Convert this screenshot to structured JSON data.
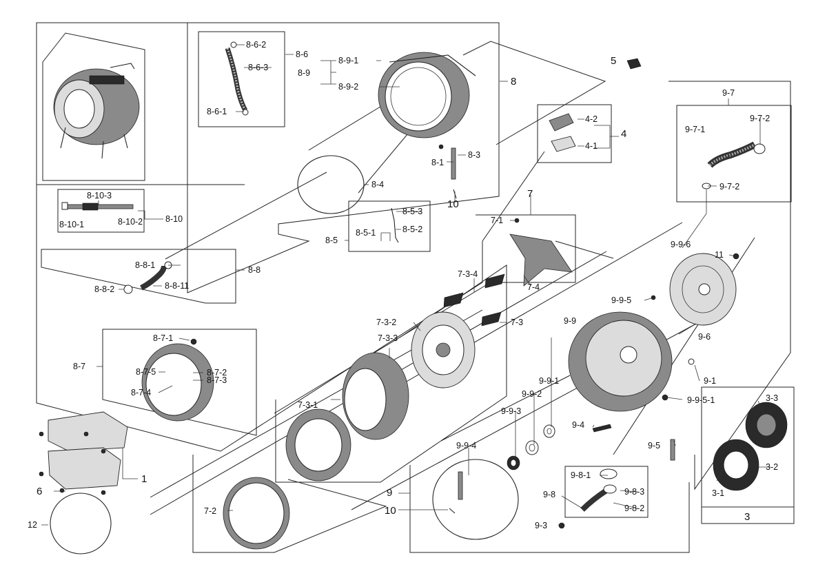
{
  "labels": {
    "l_1": "1",
    "l_3": "3",
    "l_3_1": "3-1",
    "l_3_2": "3-2",
    "l_3_3": "3-3",
    "l_4": "4",
    "l_4_1": "4-1",
    "l_4_2": "4-2",
    "l_5": "5",
    "l_6": "6",
    "l_7": "7",
    "l_7_1": "7-1",
    "l_7_2": "7-2",
    "l_7_3": "7-3",
    "l_7_3_1": "7-3-1",
    "l_7_3_2": "7-3-2",
    "l_7_3_3": "7-3-3",
    "l_7_3_4": "7-3-4",
    "l_7_4": "7-4",
    "l_8": "8",
    "l_8_1": "8-1",
    "l_8_3": "8-3",
    "l_8_4": "8-4",
    "l_8_5": "8-5",
    "l_8_5_1": "8-5-1",
    "l_8_5_2": "8-5-2",
    "l_8_5_3": "8-5-3",
    "l_8_6": "8-6",
    "l_8_6_1": "8-6-1",
    "l_8_6_2": "8-6-2",
    "l_8_6_3": "8-6-3",
    "l_8_7": "8-7",
    "l_8_7_1": "8-7-1",
    "l_8_7_2": "8-7-2",
    "l_8_7_3": "8-7-3",
    "l_8_7_4": "8-7-4",
    "l_8_7_5": "8-7-5",
    "l_8_8": "8-8",
    "l_8_8_1": "8-8-1",
    "l_8_8_2": "8-8-2",
    "l_8_8_11": "8-8-11",
    "l_8_9": "8-9",
    "l_8_9_1": "8-9-1",
    "l_8_9_2": "8-9-2",
    "l_8_10": "8-10",
    "l_8_10_1": "8-10-1",
    "l_8_10_2": "8-10-2",
    "l_8_10_3": "8-10-3",
    "l_9": "9",
    "l_9_1": "9-1",
    "l_9_3": "9-3",
    "l_9_4": "9-4",
    "l_9_5": "9-5",
    "l_9_6": "9-6",
    "l_9_7": "9-7",
    "l_9_7_1": "9-7-1",
    "l_9_7_2a": "9-7-2",
    "l_9_7_2b": "9-7-2",
    "l_9_8": "9-8",
    "l_9_8_1": "9-8-1",
    "l_9_8_2": "9-8-2",
    "l_9_8_3": "9-8-3",
    "l_9_9": "9-9",
    "l_9_9_1": "9-9-1",
    "l_9_9_2": "9-9-2",
    "l_9_9_3": "9-9-3",
    "l_9_9_4": "9-9-4",
    "l_9_9_5": "9-9-5",
    "l_9_9_5_1": "9-9-5-1",
    "l_9_9_6": "9-9-6",
    "l_10a": "10",
    "l_10b": "10",
    "l_11": "11",
    "l_12": "12"
  }
}
